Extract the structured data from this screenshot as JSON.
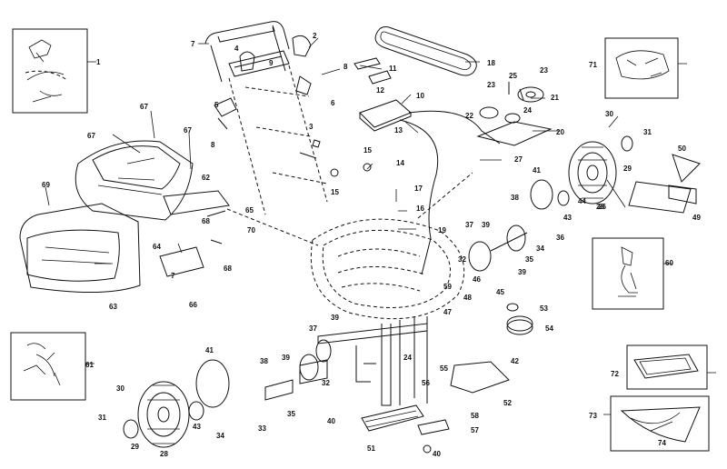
{
  "diagram": {
    "labels": [
      {
        "id": "l1",
        "text": "1"
      },
      {
        "id": "l2",
        "text": "2"
      },
      {
        "id": "l3",
        "text": "3"
      },
      {
        "id": "l4",
        "text": "4"
      },
      {
        "id": "l5",
        "text": "5"
      },
      {
        "id": "l6",
        "text": "6"
      },
      {
        "id": "l7",
        "text": "7"
      },
      {
        "id": "l7b",
        "text": "7"
      },
      {
        "id": "l8",
        "text": "8"
      },
      {
        "id": "l8b",
        "text": "8"
      },
      {
        "id": "l9",
        "text": "9"
      },
      {
        "id": "l10",
        "text": "10"
      },
      {
        "id": "l11",
        "text": "11"
      },
      {
        "id": "l12",
        "text": "12"
      },
      {
        "id": "l13",
        "text": "13"
      },
      {
        "id": "l14",
        "text": "14"
      },
      {
        "id": "l15",
        "text": "15"
      },
      {
        "id": "l15b",
        "text": "15"
      },
      {
        "id": "l16",
        "text": "16"
      },
      {
        "id": "l17",
        "text": "17"
      },
      {
        "id": "l18",
        "text": "18"
      },
      {
        "id": "l19",
        "text": "19"
      },
      {
        "id": "l20",
        "text": "20"
      },
      {
        "id": "l21",
        "text": "21"
      },
      {
        "id": "l22",
        "text": "22"
      },
      {
        "id": "l23",
        "text": "23"
      },
      {
        "id": "l23b",
        "text": "23"
      },
      {
        "id": "l24",
        "text": "24"
      },
      {
        "id": "l24b",
        "text": "24"
      },
      {
        "id": "l25",
        "text": "25"
      },
      {
        "id": "l26",
        "text": "26"
      },
      {
        "id": "l27",
        "text": "27"
      },
      {
        "id": "l28",
        "text": "28"
      },
      {
        "id": "l28b",
        "text": "28"
      },
      {
        "id": "l29",
        "text": "29"
      },
      {
        "id": "l29b",
        "text": "29"
      },
      {
        "id": "l30",
        "text": "30"
      },
      {
        "id": "l30b",
        "text": "30"
      },
      {
        "id": "l31",
        "text": "31"
      },
      {
        "id": "l31b",
        "text": "31"
      },
      {
        "id": "l32",
        "text": "32"
      },
      {
        "id": "l32b",
        "text": "32"
      },
      {
        "id": "l33",
        "text": "33"
      },
      {
        "id": "l34",
        "text": "34"
      },
      {
        "id": "l34b",
        "text": "34"
      },
      {
        "id": "l35",
        "text": "35"
      },
      {
        "id": "l35b",
        "text": "35"
      },
      {
        "id": "l36",
        "text": "36"
      },
      {
        "id": "l37",
        "text": "37"
      },
      {
        "id": "l37b",
        "text": "37"
      },
      {
        "id": "l38",
        "text": "38"
      },
      {
        "id": "l38b",
        "text": "38"
      },
      {
        "id": "l39",
        "text": "39"
      },
      {
        "id": "l39b",
        "text": "39"
      },
      {
        "id": "l39c",
        "text": "39"
      },
      {
        "id": "l39d",
        "text": "39"
      },
      {
        "id": "l40",
        "text": "40"
      },
      {
        "id": "l40b",
        "text": "40"
      },
      {
        "id": "l41",
        "text": "41"
      },
      {
        "id": "l41b",
        "text": "41"
      },
      {
        "id": "l42",
        "text": "42"
      },
      {
        "id": "l43",
        "text": "43"
      },
      {
        "id": "l43b",
        "text": "43"
      },
      {
        "id": "l44",
        "text": "44"
      },
      {
        "id": "l45",
        "text": "45"
      },
      {
        "id": "l46",
        "text": "46"
      },
      {
        "id": "l47",
        "text": "47"
      },
      {
        "id": "l48",
        "text": "48"
      },
      {
        "id": "l49",
        "text": "49"
      },
      {
        "id": "l50",
        "text": "50"
      },
      {
        "id": "l51",
        "text": "51"
      },
      {
        "id": "l52",
        "text": "52"
      },
      {
        "id": "l53",
        "text": "53"
      },
      {
        "id": "l54",
        "text": "54"
      },
      {
        "id": "l55",
        "text": "55"
      },
      {
        "id": "l56",
        "text": "56"
      },
      {
        "id": "l57",
        "text": "57"
      },
      {
        "id": "l58",
        "text": "58"
      },
      {
        "id": "l59",
        "text": "59"
      },
      {
        "id": "l60",
        "text": "60"
      },
      {
        "id": "l61",
        "text": "61"
      },
      {
        "id": "l62",
        "text": "62"
      },
      {
        "id": "l63",
        "text": "63"
      },
      {
        "id": "l64",
        "text": "64"
      },
      {
        "id": "l65",
        "text": "65"
      },
      {
        "id": "l66",
        "text": "66"
      },
      {
        "id": "l67",
        "text": "67"
      },
      {
        "id": "l67b",
        "text": "67"
      },
      {
        "id": "l67c",
        "text": "67"
      },
      {
        "id": "l68",
        "text": "68"
      },
      {
        "id": "l68b",
        "text": "68"
      },
      {
        "id": "l69",
        "text": "69"
      },
      {
        "id": "l70",
        "text": "70"
      },
      {
        "id": "l71",
        "text": "71"
      },
      {
        "id": "l72",
        "text": "72"
      },
      {
        "id": "l73",
        "text": "73"
      },
      {
        "id": "l74",
        "text": "74"
      }
    ],
    "line_color": "#111111",
    "background": "#ffffff"
  }
}
